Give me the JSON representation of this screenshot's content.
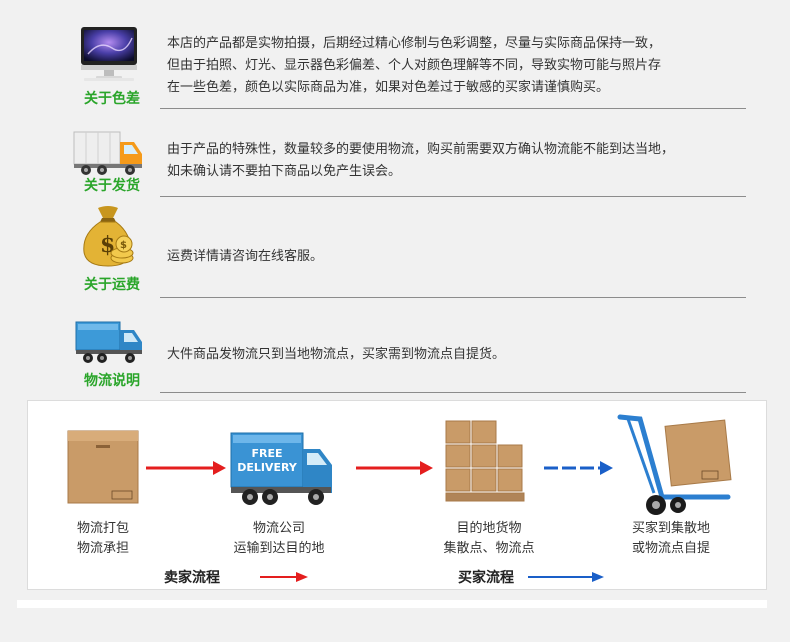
{
  "sections": [
    {
      "label": "关于色差",
      "icon": "monitor-icon",
      "lines": [
        "本店的产品都是实物拍摄，后期经过精心修制与色彩调整，尽量与实际商品保持一致，",
        "但由于拍照、灯光、显示器色彩偏差、个人对颜色理解等不同，导致实物可能与照片存",
        "在一些色差，颜色以实际商品为准，如果对色差过于敏感的买家请谨慎购买。"
      ]
    },
    {
      "label": "关于发货",
      "icon": "delivery-truck-icon",
      "lines": [
        "由于产品的特殊性，数量较多的要使用物流，购买前需要双方确认物流能不能到达当地，",
        "如未确认请不要拍下商品以免产生误会。"
      ]
    },
    {
      "label": "关于运费",
      "icon": "money-bag-icon",
      "lines": [
        "运费详情请咨询在线客服。"
      ]
    },
    {
      "label": "物流说明",
      "icon": "blue-truck-icon",
      "lines": [
        "大件商品发物流只到当地物流点，买家需到物流点自提货。"
      ]
    }
  ],
  "flow": {
    "steps": [
      {
        "line1": "物流打包",
        "line2": "物流承担",
        "icon": "cardboard-box-icon"
      },
      {
        "line1": "物流公司",
        "line2": "运输到达目的地",
        "icon": "free-delivery-truck-icon"
      },
      {
        "line1": "目的地货物",
        "line2": "集散点、物流点",
        "icon": "stacked-boxes-icon"
      },
      {
        "line1": "买家到集散地",
        "line2": "或物流点自提",
        "icon": "hand-truck-icon"
      }
    ],
    "truck_text_1": "FREE",
    "truck_text_2": "DELIVERY",
    "seller_label": "卖家流程",
    "buyer_label": "买家流程",
    "seller_color": "#e41e1e",
    "buyer_color": "#1a5fc8"
  },
  "colors": {
    "label_green": "#2aa52a",
    "rule_gray": "#8c8c8c",
    "background": "#f1f1f1"
  }
}
